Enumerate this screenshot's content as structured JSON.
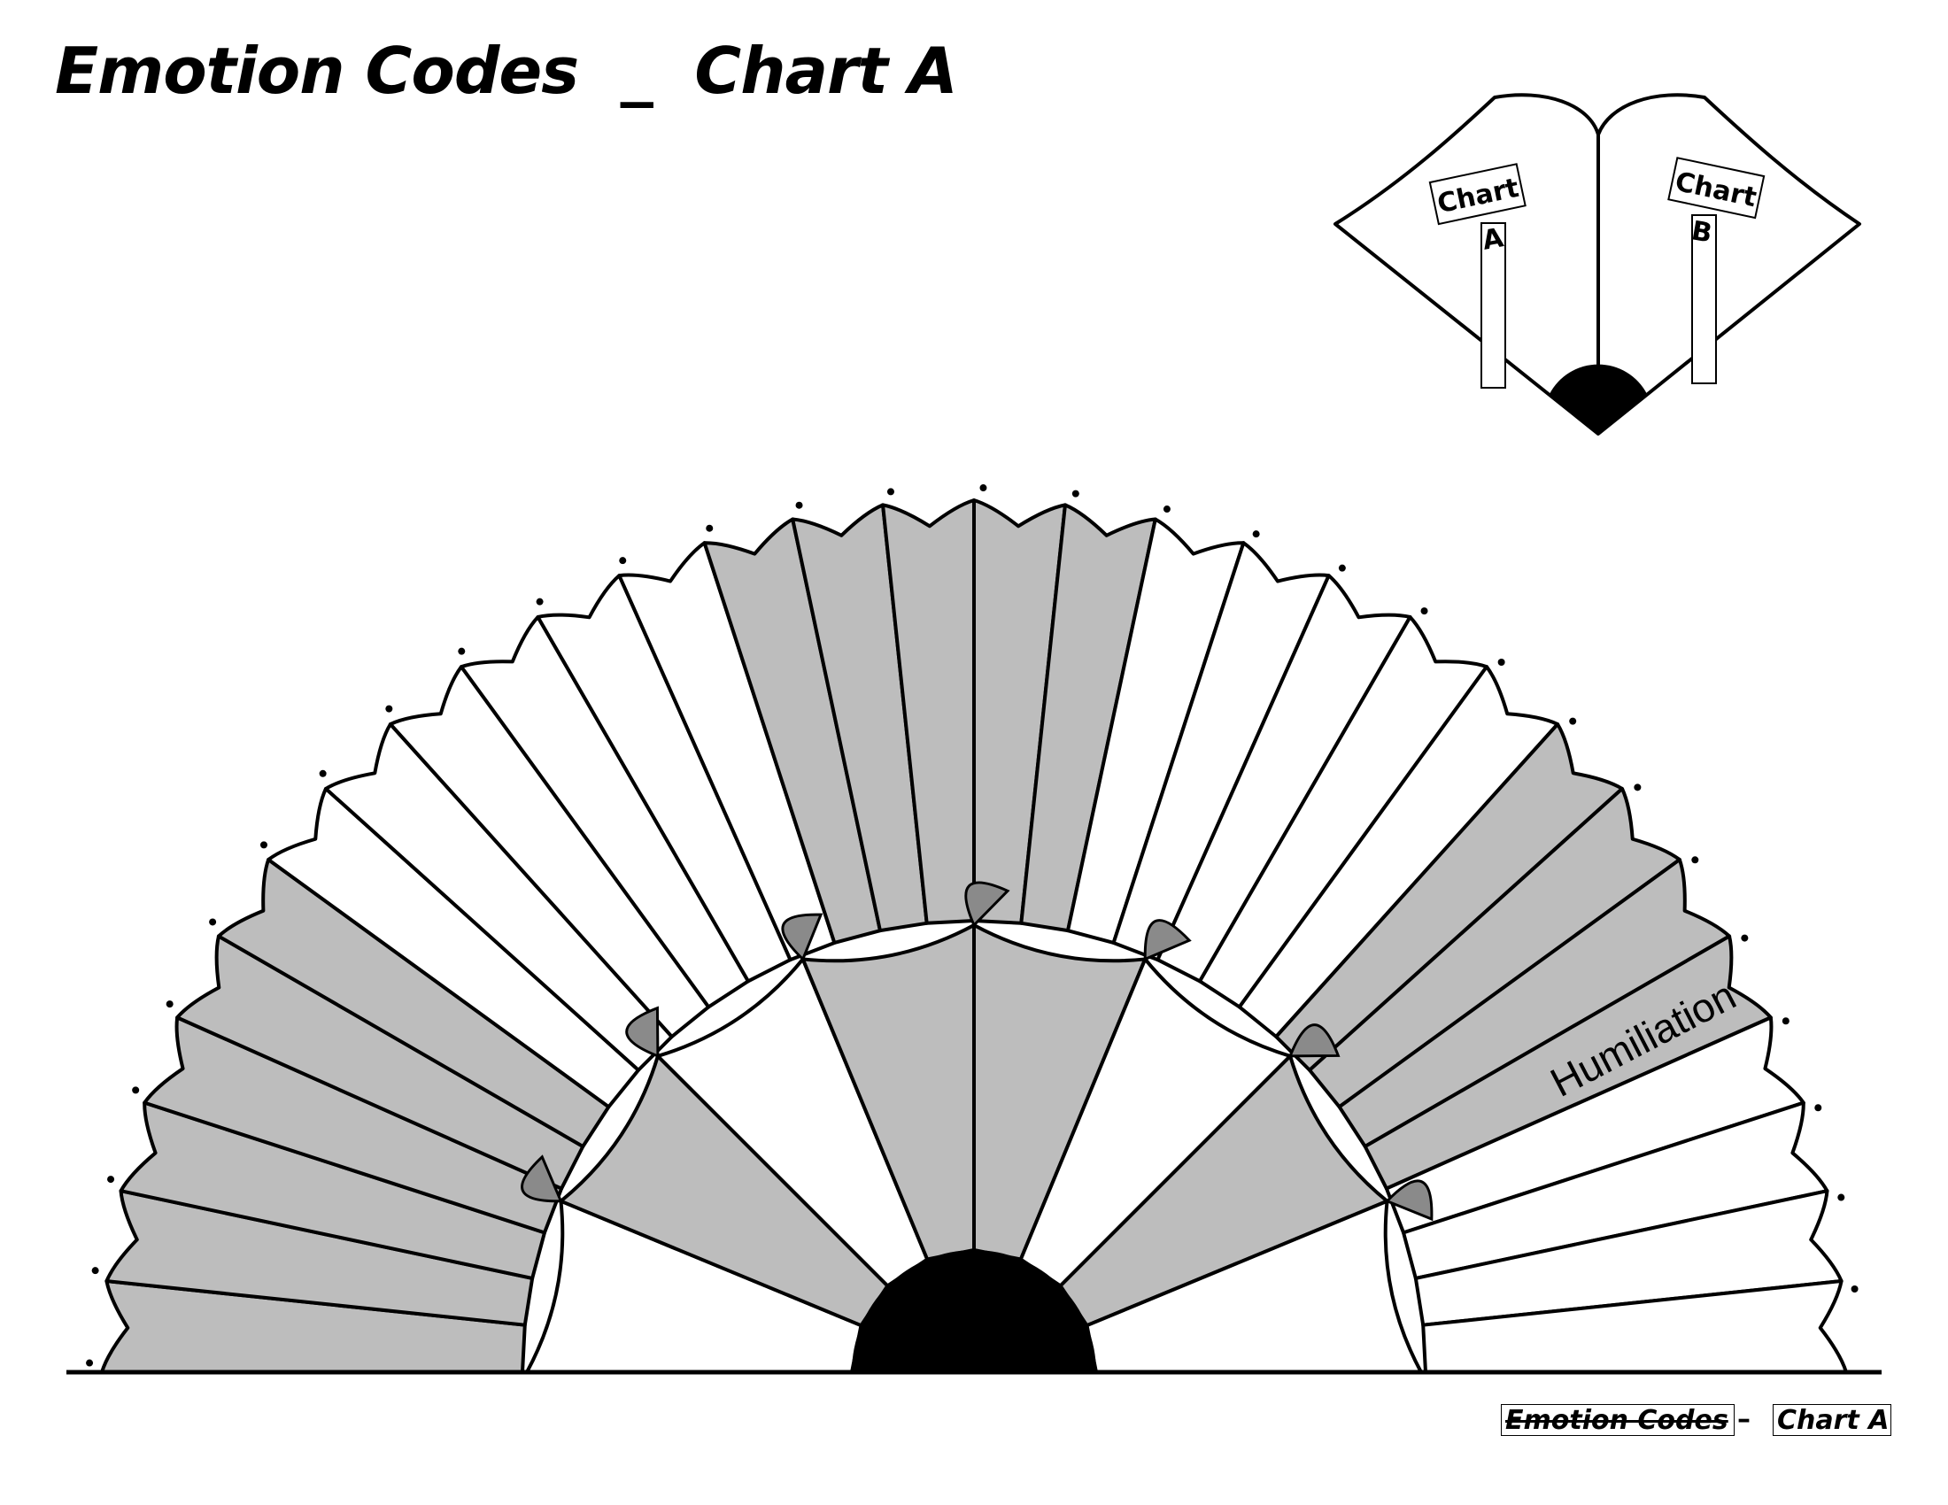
{
  "title": "Emotion Codes  _  Chart A",
  "segment_label": "Humiliation",
  "inset": {
    "left_tag_line1": "Chart",
    "left_tag_line2": "A",
    "right_tag_line1": "Chart",
    "right_tag_line2": "B"
  },
  "footer": {
    "left": "Emotion Codes",
    "dash": "–",
    "right": "Chart A"
  },
  "colors": {
    "gray_fill": "#bdbdbd",
    "dark_gray": "#8a8a8a",
    "ink": "#000000",
    "paper": "#ffffff"
  }
}
